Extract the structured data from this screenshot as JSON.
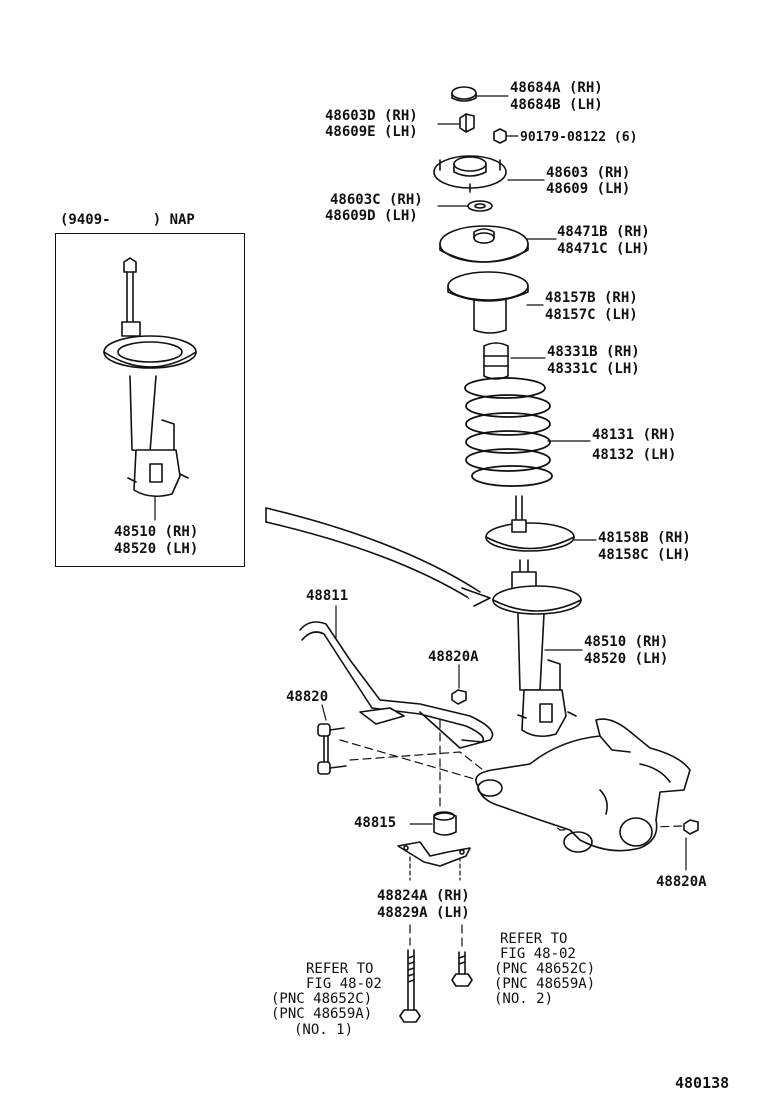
{
  "labels": {
    "p48684": [
      "48684A (RH)",
      "48684B (LH)"
    ],
    "p48603d": [
      "48603D (RH)",
      "48609E (LH)"
    ],
    "nut": "90179-08122 (6)",
    "p48603": [
      "48603 (RH)",
      "48609 (LH)"
    ],
    "p48603c": [
      "48603C (RH)",
      "48609D (LH)"
    ],
    "p48471": [
      "48471B (RH)",
      "48471C (LH)"
    ],
    "p48157": [
      "48157B (RH)",
      "48157C (LH)"
    ],
    "p48331": [
      "48331B (RH)",
      "48331C (LH)"
    ],
    "p48131": [
      "48131 (RH)",
      "48132 (LH)"
    ],
    "p48158": [
      "48158B (RH)",
      "48158C (LH)"
    ],
    "p48510": [
      "48510 (RH)",
      "48520 (LH)"
    ],
    "p48811": "48811",
    "p48820a_top": "48820A",
    "p48820": "48820",
    "p48815": "48815",
    "p48820a_right": "48820A",
    "p48824": [
      "48824A (RH)",
      "48829A (LH)"
    ],
    "inset_header": "(9409-     ) NAP",
    "inset_strut": [
      "48510 (RH)",
      "48520 (LH)"
    ],
    "refer_right": [
      "REFER TO",
      "FIG 48-02",
      "(PNC 48652C)",
      "(PNC 48659A)",
      "(NO. 2)"
    ],
    "refer_left": [
      "REFER TO",
      "FIG 48-02",
      "(PNC 48652C)",
      "(PNC 48659A)",
      "(NO. 1)"
    ],
    "diagram_number": "480138"
  }
}
